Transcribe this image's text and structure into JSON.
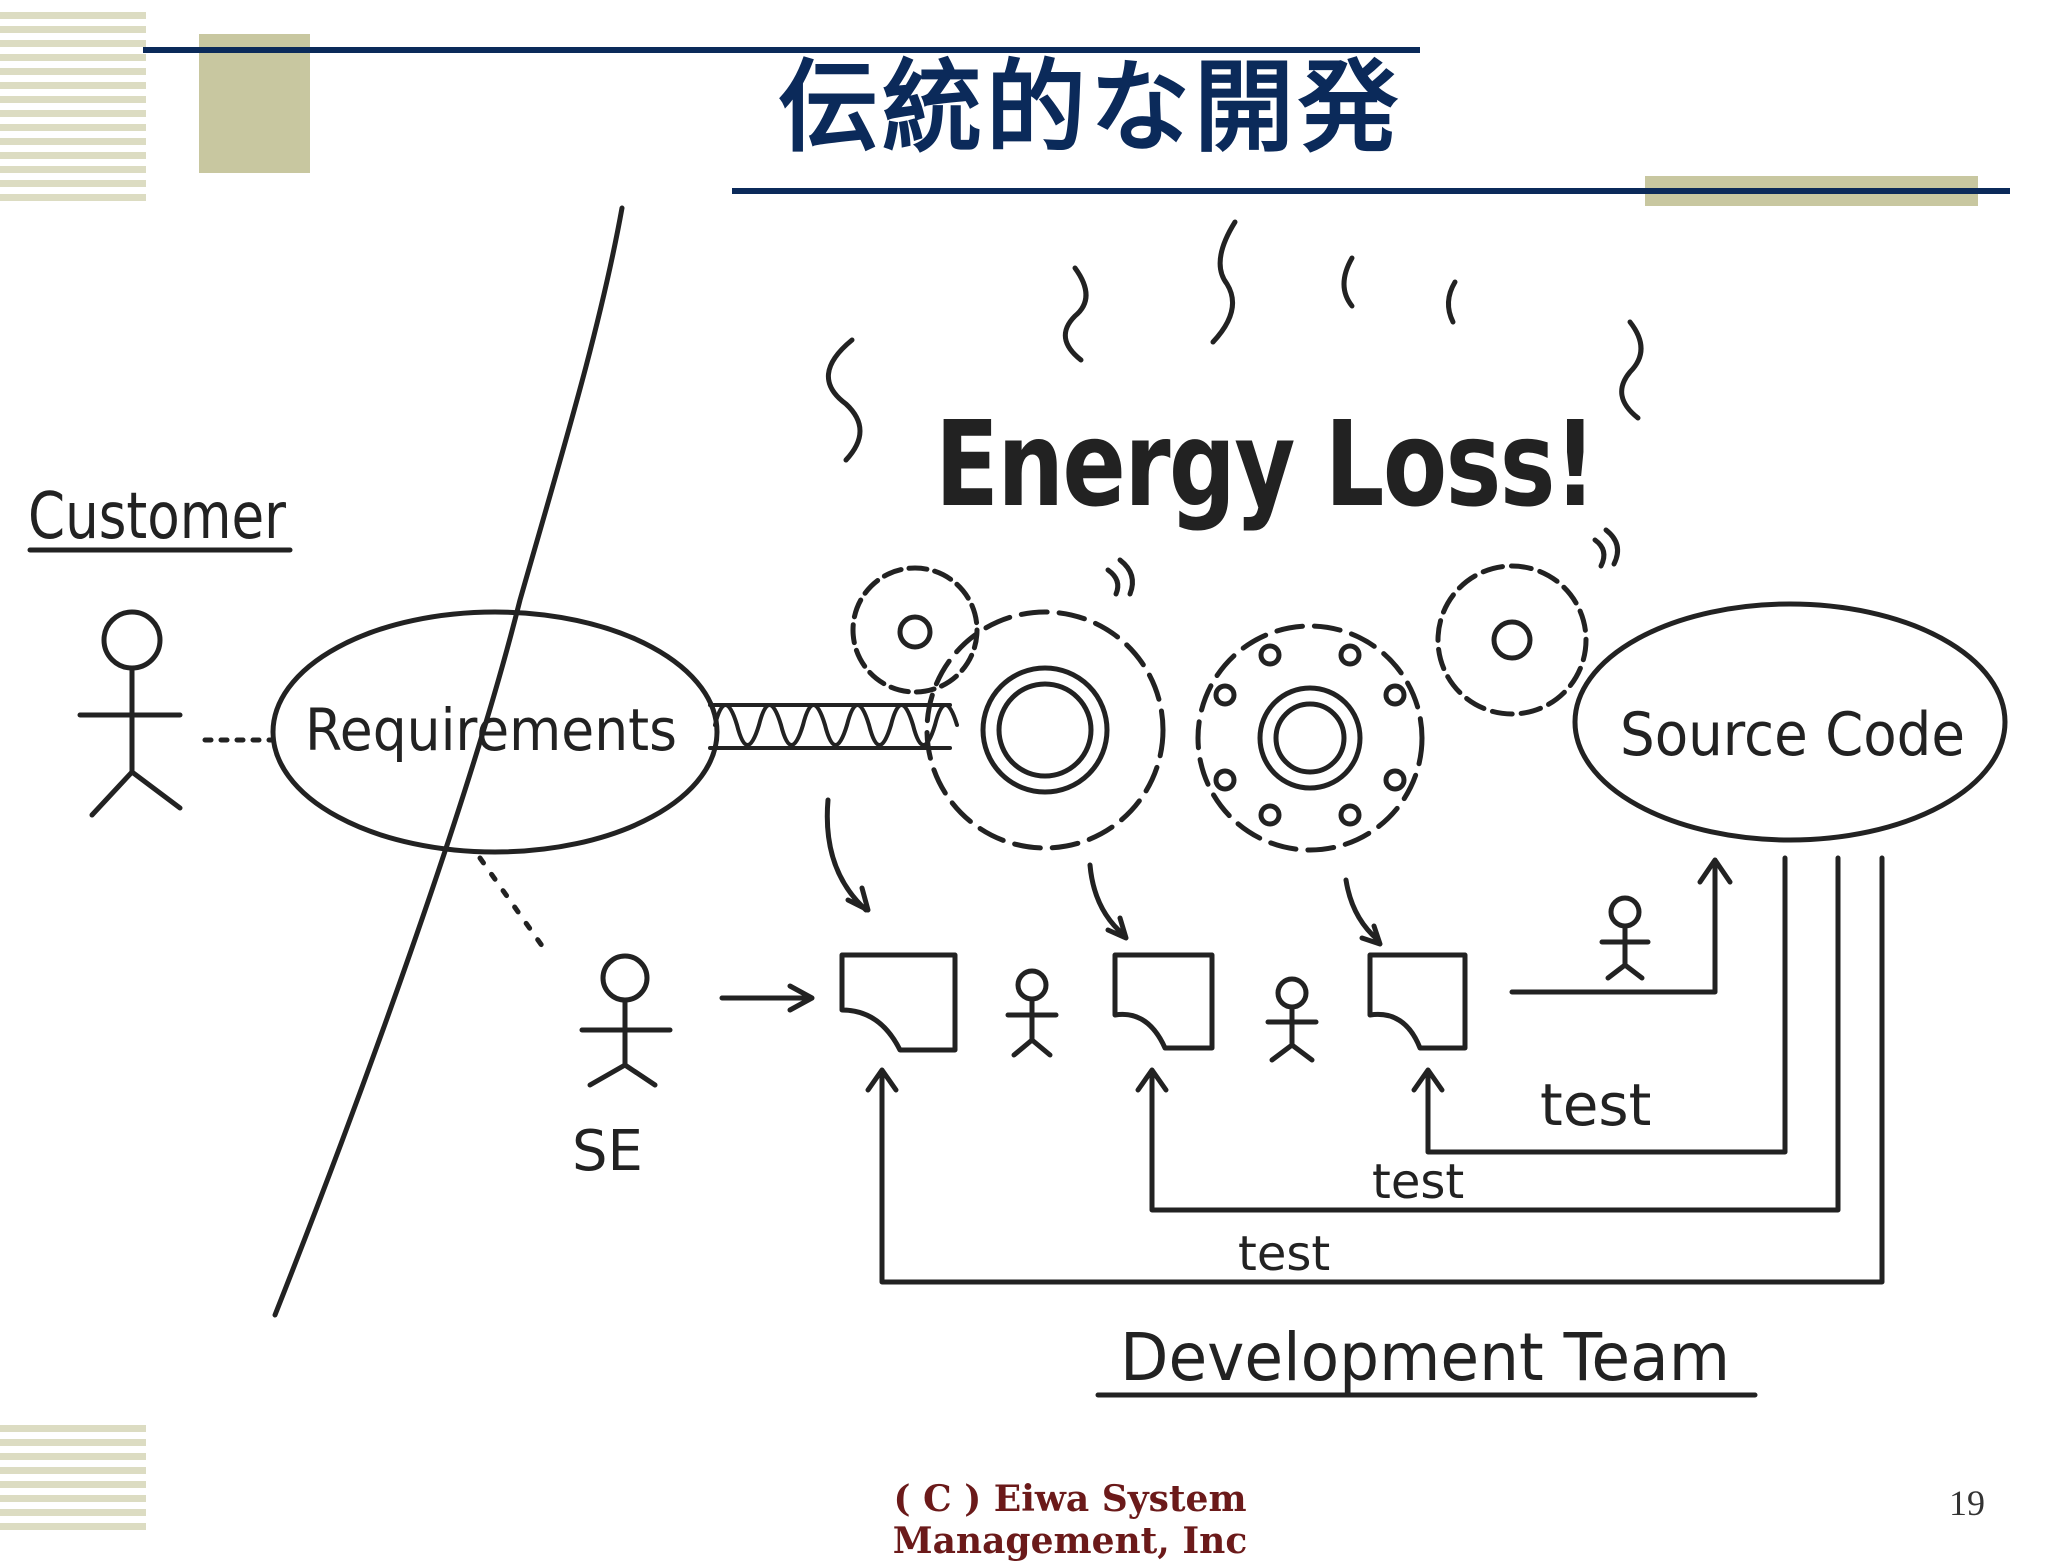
{
  "slide": {
    "title": "伝統的な開発",
    "footer": "( C ) Eiwa System Management, Inc",
    "page_number": "19"
  },
  "diagram": {
    "energy_loss": "Energy Loss!",
    "customer": "Customer",
    "requirements": "Requirements",
    "source_code": "Source Code",
    "se": "SE",
    "test_1": "test",
    "test_2": "test",
    "test_3": "test",
    "development_team": "Development Team"
  }
}
